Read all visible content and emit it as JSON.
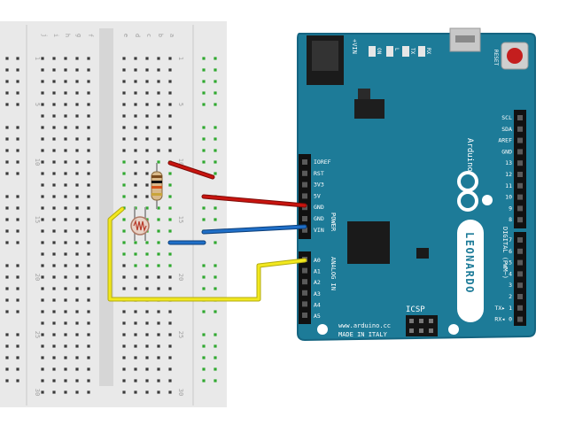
{
  "breadboard": {
    "column_letters": [
      "j",
      "i",
      "h",
      "g",
      "f",
      "e",
      "d",
      "c",
      "b",
      "a"
    ],
    "row_numbers": [
      "1",
      "5",
      "10",
      "15",
      "20",
      "25",
      "30"
    ]
  },
  "arduino": {
    "brand": "Arduino",
    "model": "LEONARDO",
    "website": "www.arduino.cc",
    "made_in": "MADE IN ITALY",
    "vin_label": "+VIN",
    "reset_label": "RESET",
    "icsp_label": "ICSP",
    "led_labels": [
      "ON",
      "L",
      "TX",
      "RX"
    ],
    "left_header_labels": [
      "IOREF",
      "RST",
      "3V3",
      "5V",
      "GND",
      "GND",
      "VIN"
    ],
    "power_label": "POWER",
    "analog_labels": [
      "A0",
      "A1",
      "A2",
      "A3",
      "A4",
      "A5"
    ],
    "analog_title": "ANALOG IN",
    "right_header_labels": [
      "SCL",
      "SDA",
      "AREF",
      "GND",
      "13",
      "12",
      "11",
      "10",
      "9",
      "8"
    ],
    "right_header_labels_2": [
      "7",
      "6",
      "5",
      "4",
      "3",
      "2",
      "TX▸ 1",
      "RX◂ 0"
    ],
    "digital_title": "DIGITAL (PWM~)"
  },
  "colors": {
    "board": "#1d7b98",
    "board_edge": "#156581",
    "breadboard": "#e9e9e9",
    "wire_red": "#c8140f",
    "wire_blue": "#1f6fc8",
    "wire_yellow": "#f2e81e",
    "connected_hole": "#2fa82f"
  }
}
